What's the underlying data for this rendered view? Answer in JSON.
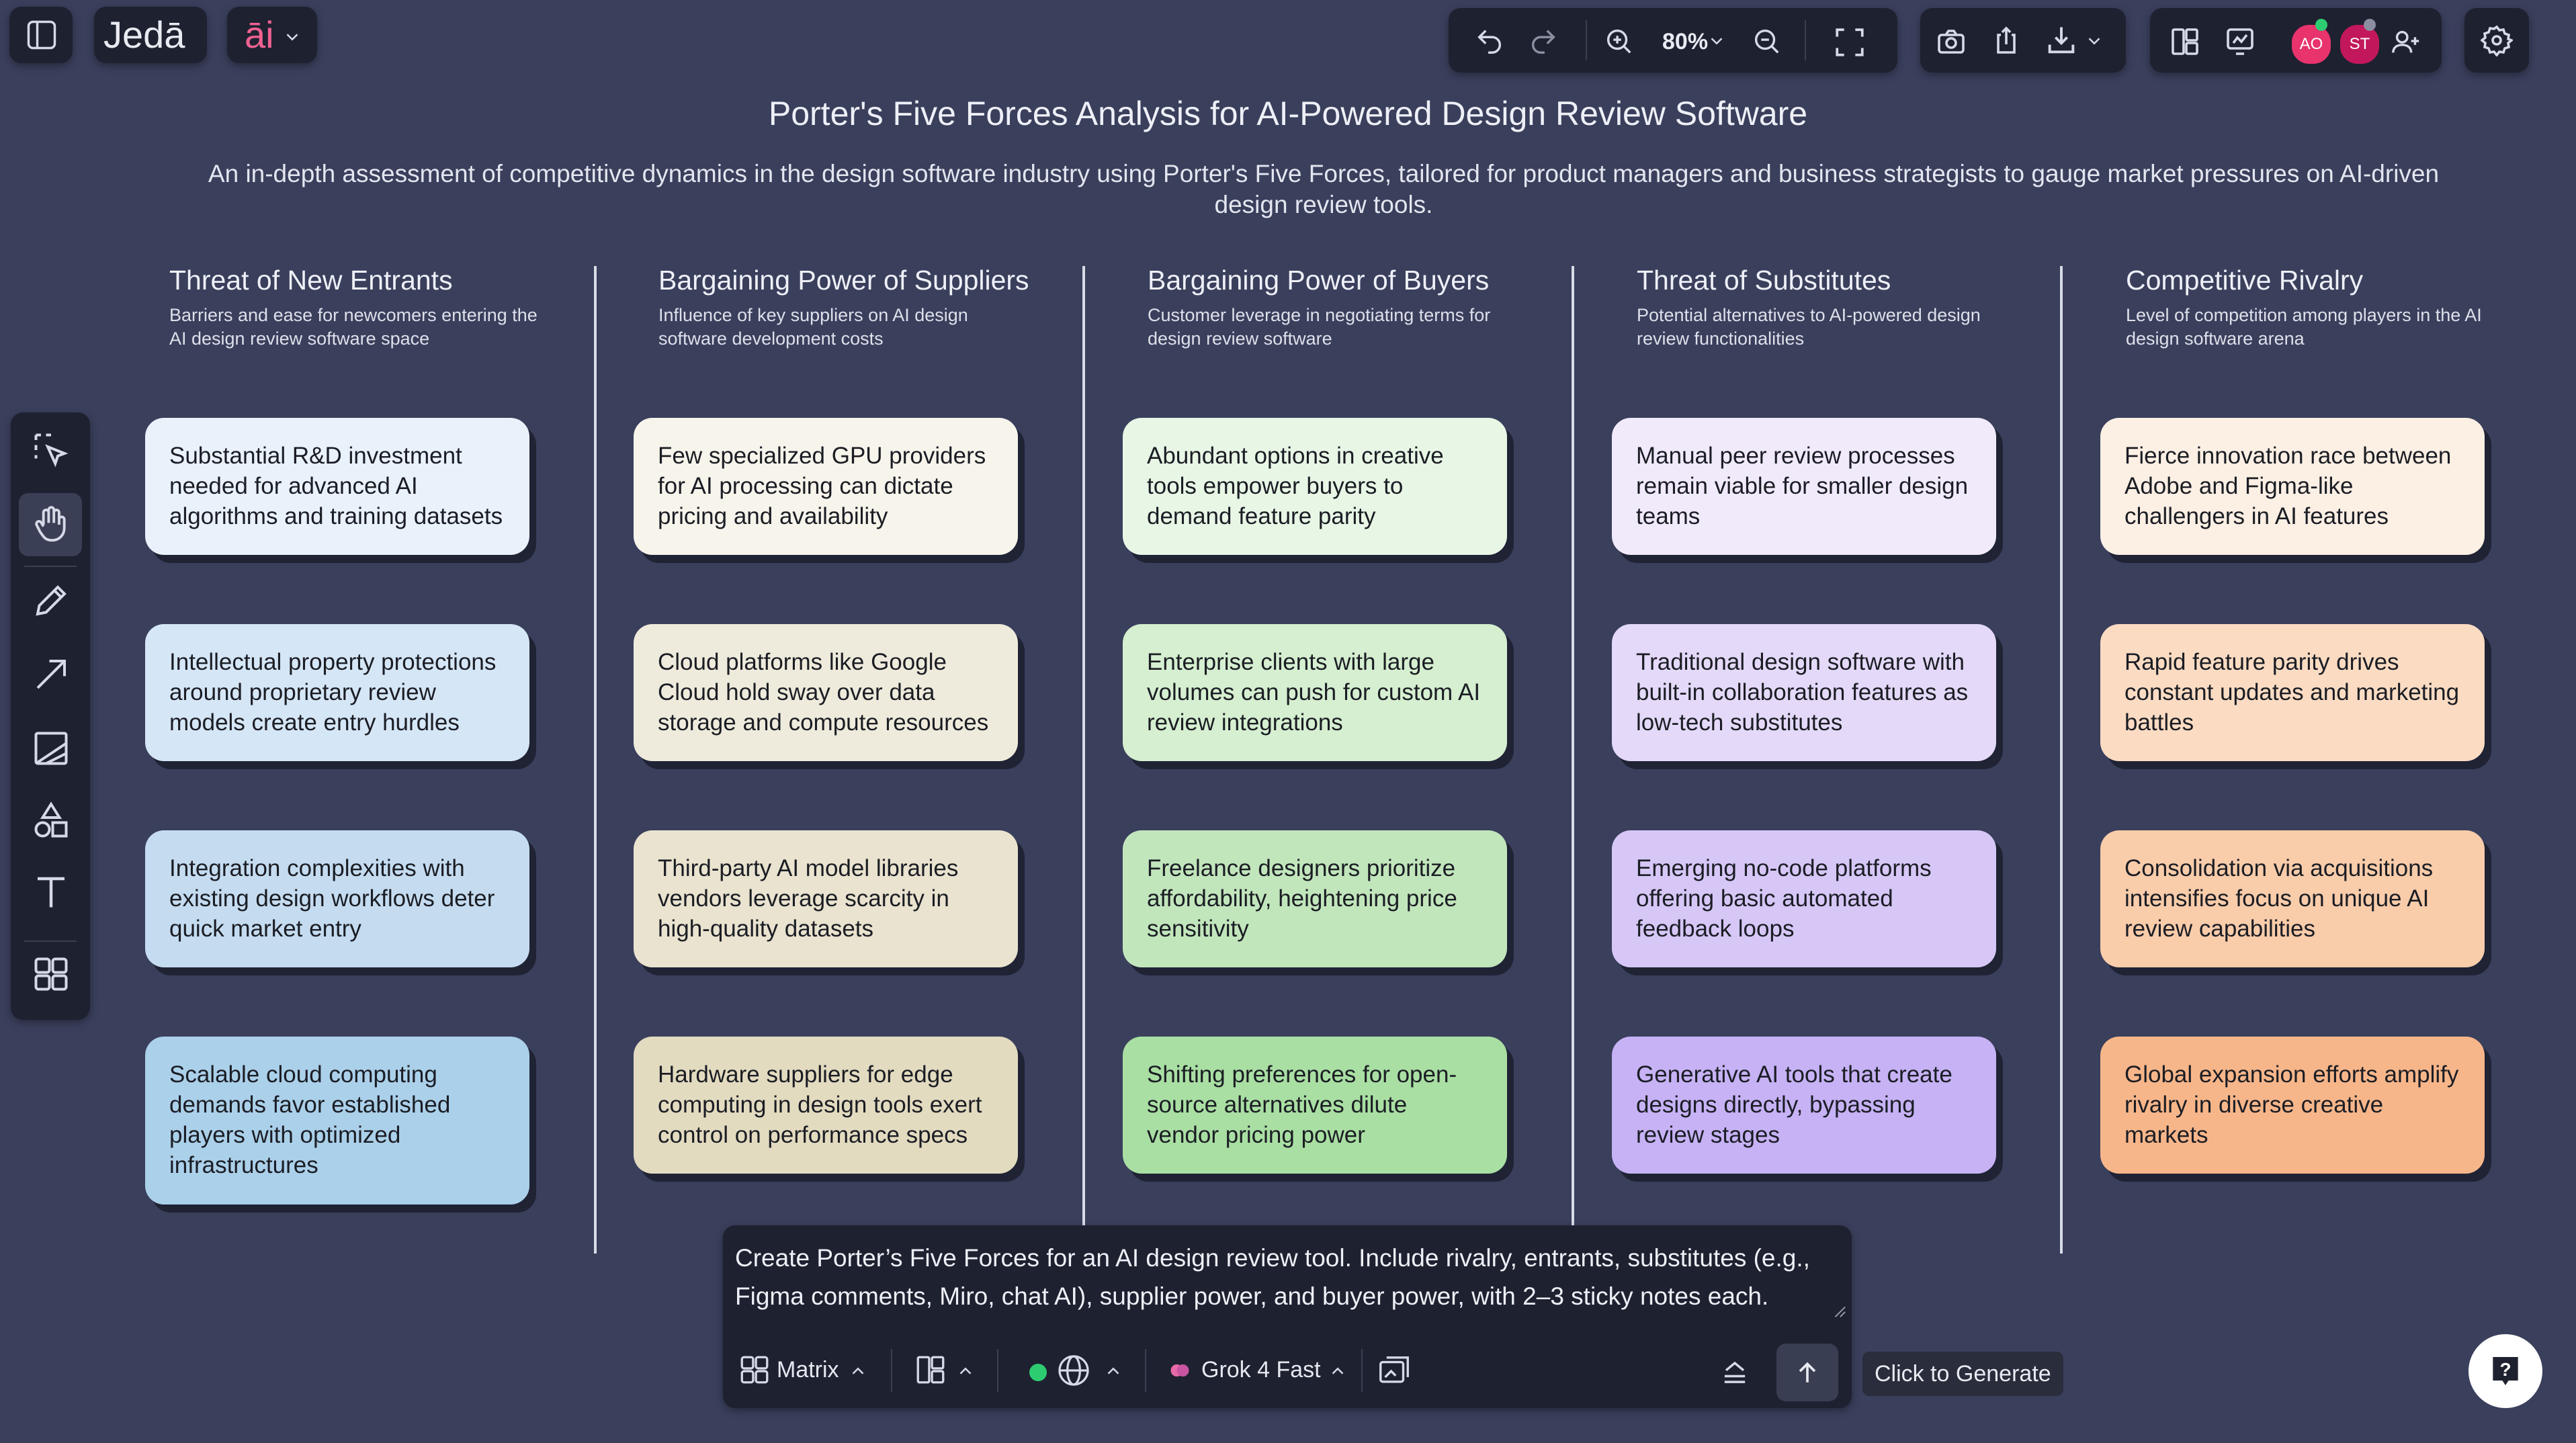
{
  "app": {
    "brand": "Jedā",
    "ai_label": "āi",
    "zoom": "80%",
    "avatars": [
      {
        "initials": "AO",
        "color": "#e8336d"
      },
      {
        "initials": "ST",
        "color": "#c2185b"
      }
    ]
  },
  "board": {
    "title": "Porter's Five Forces Analysis for AI-Powered Design Review Software",
    "subtitle": "An in-depth assessment of competitive dynamics in the design software industry using Porter's Five Forces, tailored for product managers and business strategists to gauge market pressures on AI-driven design review tools.",
    "columns": [
      {
        "title": "Threat of New Entrants",
        "description": "Barriers and ease for newcomers entering the AI design review software space",
        "color": "#b9d7ee",
        "notes": [
          {
            "text": "Substantial R&D investment needed for advanced AI algorithms and training datasets",
            "color": "#e9f1fb"
          },
          {
            "text": "Intellectual property protections around proprietary review models create entry hurdles",
            "color": "#d5e6f6"
          },
          {
            "text": "Integration complexities with existing design workflows deter quick market entry",
            "color": "#c5dcf0"
          },
          {
            "text": "Scalable cloud computing demands favor established players with optimized infrastructures",
            "color": "#abd0ea"
          }
        ]
      },
      {
        "title": "Bargaining Power of Suppliers",
        "description": "Influence of key suppliers on AI design software development costs",
        "notes": [
          {
            "text": "Few specialized GPU providers for AI processing can dictate pricing and availability",
            "color": "#f7f4ec"
          },
          {
            "text": "Cloud platforms like Google Cloud hold sway over data storage and compute resources",
            "color": "#efebdc"
          },
          {
            "text": "Third-party AI model libraries vendors leverage scarcity in high-quality datasets",
            "color": "#e9e3cf"
          },
          {
            "text": "Hardware suppliers for edge computing in design tools exert control on performance specs",
            "color": "#e3dbc0"
          }
        ]
      },
      {
        "title": "Bargaining Power of Buyers",
        "description": "Customer leverage in negotiating terms for design review software",
        "notes": [
          {
            "text": "Abundant options in creative tools empower buyers to demand feature parity",
            "color": "#e8f6e6"
          },
          {
            "text": "Enterprise clients with large volumes can push for custom AI review integrations",
            "color": "#d5efd0"
          },
          {
            "text": "Freelance designers prioritize affordability, heightening price sensitivity",
            "color": "#c2e6bc"
          },
          {
            "text": "Shifting preferences for open-source alternatives dilute vendor pricing power",
            "color": "#a9dfa3"
          }
        ]
      },
      {
        "title": "Threat of Substitutes",
        "description": "Potential alternatives to AI-powered design review functionalities",
        "notes": [
          {
            "text": "Manual peer review processes remain viable for smaller design teams",
            "color": "#f1eafb"
          },
          {
            "text": "Traditional design software with built-in collaboration features as low-tech substitutes",
            "color": "#e4d9f8"
          },
          {
            "text": "Emerging no-code platforms offering basic automated feedback loops",
            "color": "#d6c7f7"
          },
          {
            "text": "Generative AI tools that create designs directly, bypassing review stages",
            "color": "#c6b2f5"
          }
        ]
      },
      {
        "title": "Competitive Rivalry",
        "description": "Level of competition among players in the AI design software arena",
        "notes": [
          {
            "text": "Fierce innovation race between Adobe and Figma-like challengers in AI features",
            "color": "#fcefe4"
          },
          {
            "text": "Rapid feature parity drives constant updates and marketing battles",
            "color": "#fbdcc3"
          },
          {
            "text": "Consolidation via acquisitions intensifies focus on unique AI review capabilities",
            "color": "#f9ccaa"
          },
          {
            "text": "Global expansion efforts amplify rivalry in diverse creative markets",
            "color": "#f7b68a"
          }
        ]
      }
    ]
  },
  "prompt": {
    "text": "Create Porter’s Five Forces for an AI design review tool. Include rivalry, entrants, substitutes (e.g., Figma comments, Miro, chat AI), supplier power, and buyer power, with 2–3 sticky notes each.",
    "layout_label": "Matrix",
    "model_label": "Grok 4 Fast",
    "generate_tooltip": "Click to Generate"
  }
}
